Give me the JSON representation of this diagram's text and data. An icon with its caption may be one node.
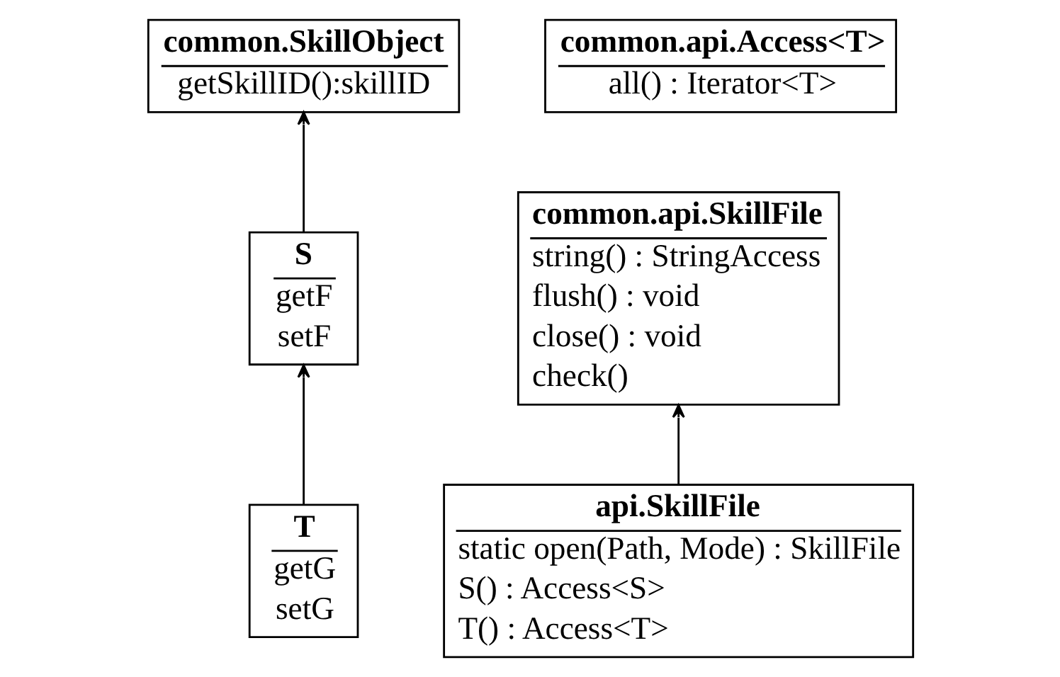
{
  "diagram": {
    "nodes": [
      {
        "text": [
          "common.SkillObject",
          "getSkillID():skillID"
        ]
      },
      {
        "text": [
          "common.api.Access<T>",
          "all() : Iterator<T>"
        ]
      },
      {
        "text": [
          "common.api.SkillFile",
          "string() : StringAccess",
          "flush() : void",
          "close() : void",
          "check()"
        ]
      },
      {
        "text": [
          "S",
          "getF",
          "setF"
        ]
      },
      {
        "text": [
          "api.SkillFile",
          "static open(Path, Mode) : SkillFile",
          "S() : Access<S>",
          "T() : Access<T>"
        ]
      },
      {
        "text": [
          "T",
          "getG",
          "setG"
        ]
      }
    ],
    "edges": [
      {
        "from": 3,
        "to": 0,
        "arrow": "to"
      },
      {
        "from": 5,
        "to": 3,
        "arrow": "to"
      },
      {
        "from": 4,
        "to": 2,
        "arrow": "to"
      }
    ]
  }
}
